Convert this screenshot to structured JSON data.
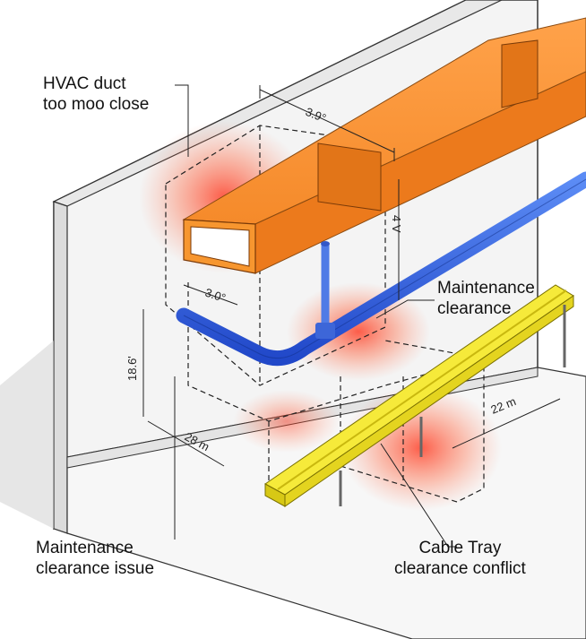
{
  "callouts": {
    "hvac": [
      "HVAC duct",
      "too moo close"
    ],
    "maintenance_clearance": [
      "Maintenance",
      "clearance"
    ],
    "maintenance_issue": [
      "Maintenance",
      "clearance issue"
    ],
    "cable_tray": [
      "Cable Tray",
      "clearance conflict"
    ]
  },
  "dimensions": {
    "duct_top": "3.9°",
    "duct_front": "3.0°",
    "duct_height": "4 V",
    "vertical_left": "18.6'",
    "floor_left": "28 m",
    "floor_right": "22 m"
  },
  "colors": {
    "duct": "#f5882a",
    "pipe": "#2f63e0",
    "tray": "#f3e531",
    "conflict_glow": "#ff3b1f",
    "wall": "#f2f2f2"
  }
}
